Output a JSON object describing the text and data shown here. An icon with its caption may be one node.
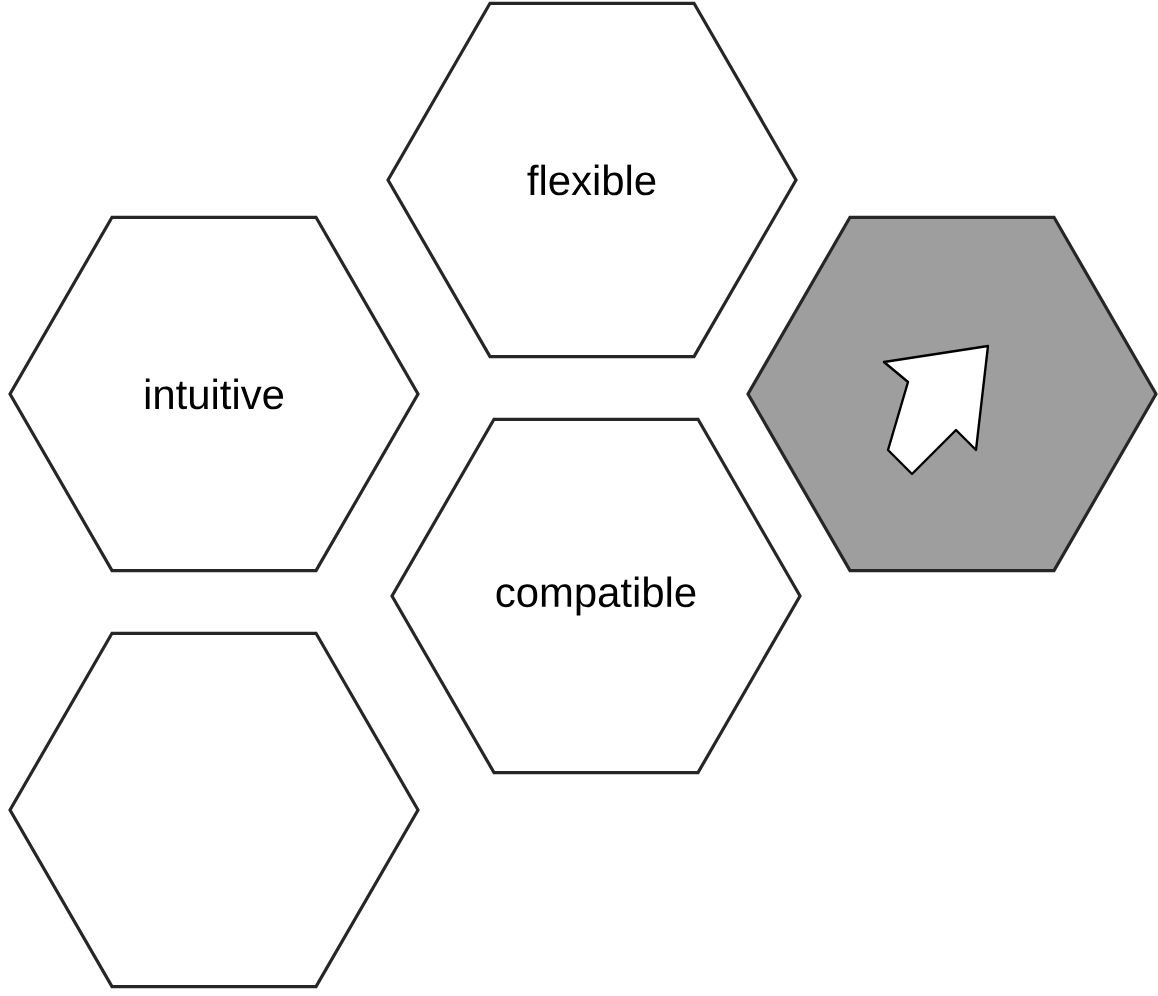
{
  "diagram": {
    "nodes": [
      {
        "text": [
          "flexible"
        ]
      },
      {
        "text": [
          "intuitive"
        ]
      },
      {
        "text": [],
        "shape": "hexagon"
      },
      {
        "text": [
          "compatible"
        ]
      },
      {
        "text": [],
        "shape": "hexagon"
      }
    ]
  }
}
